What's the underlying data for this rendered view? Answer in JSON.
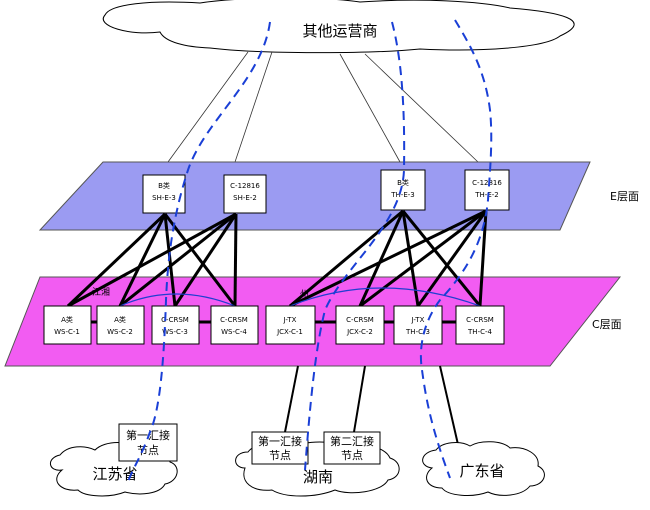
{
  "clouds": {
    "top": "其他运营商",
    "jiangsu": "江苏省",
    "hunan": "湖南",
    "guangdong": "广东省"
  },
  "layers": {
    "e_layer": "E层面",
    "c_layer": "C层面"
  },
  "regions": {
    "left": "江湘",
    "right": "州"
  },
  "e_nodes": [
    {
      "line1": "B类",
      "line2": "SH-E-3"
    },
    {
      "line1": "C-12816",
      "line2": "SH-E-2"
    },
    {
      "line1": "B类",
      "line2": "TH-E-3"
    },
    {
      "line1": "C-12816",
      "line2": "TH-E-2"
    }
  ],
  "c_nodes": [
    {
      "line1": "A类",
      "line2": "WS-C-1"
    },
    {
      "line1": "A类",
      "line2": "WS-C-2"
    },
    {
      "line1": "C-CRSM",
      "line2": "WS-C-3"
    },
    {
      "line1": "C-CRSM",
      "line2": "WS-C-4"
    },
    {
      "line1": "J-TX",
      "line2": "JCX-C-1"
    },
    {
      "line1": "C-CRSM",
      "line2": "JCX-C-2"
    },
    {
      "line1": "J-TX",
      "line2": "TH-C-3"
    },
    {
      "line1": "C-CRSM",
      "line2": "TH-C-4"
    }
  ],
  "access_nodes": [
    {
      "line1": "第一汇接",
      "line2": "节点"
    },
    {
      "line1": "第一汇接",
      "line2": "节点"
    },
    {
      "line1": "第二汇接",
      "line2": "节点"
    }
  ],
  "colors": {
    "e_plane": "#9b9bf2",
    "c_plane": "#f25cf2",
    "dash": "#1a3fd6",
    "arc": "#1f3fd0"
  }
}
